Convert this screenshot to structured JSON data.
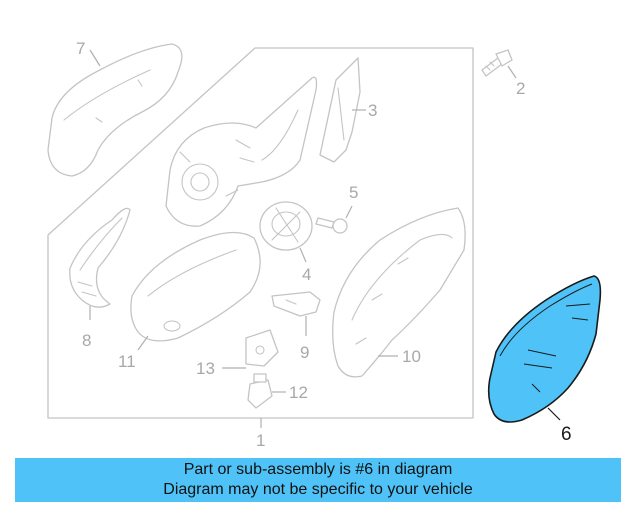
{
  "callouts": {
    "c1": "1",
    "c2": "2",
    "c3": "3",
    "c4": "4",
    "c5": "5",
    "c6": "6",
    "c7": "7",
    "c8": "8",
    "c9": "9",
    "c10": "10",
    "c11": "11",
    "c12": "12",
    "c13": "13"
  },
  "banner": {
    "line1": "Part or sub-assembly is #6 in diagram",
    "line2": "Diagram may not be specific to your vehicle"
  },
  "colors": {
    "banner_bg": "#4fc3f7",
    "highlight_part": "#4fc3f7",
    "line_art": "#c4c4c4"
  }
}
